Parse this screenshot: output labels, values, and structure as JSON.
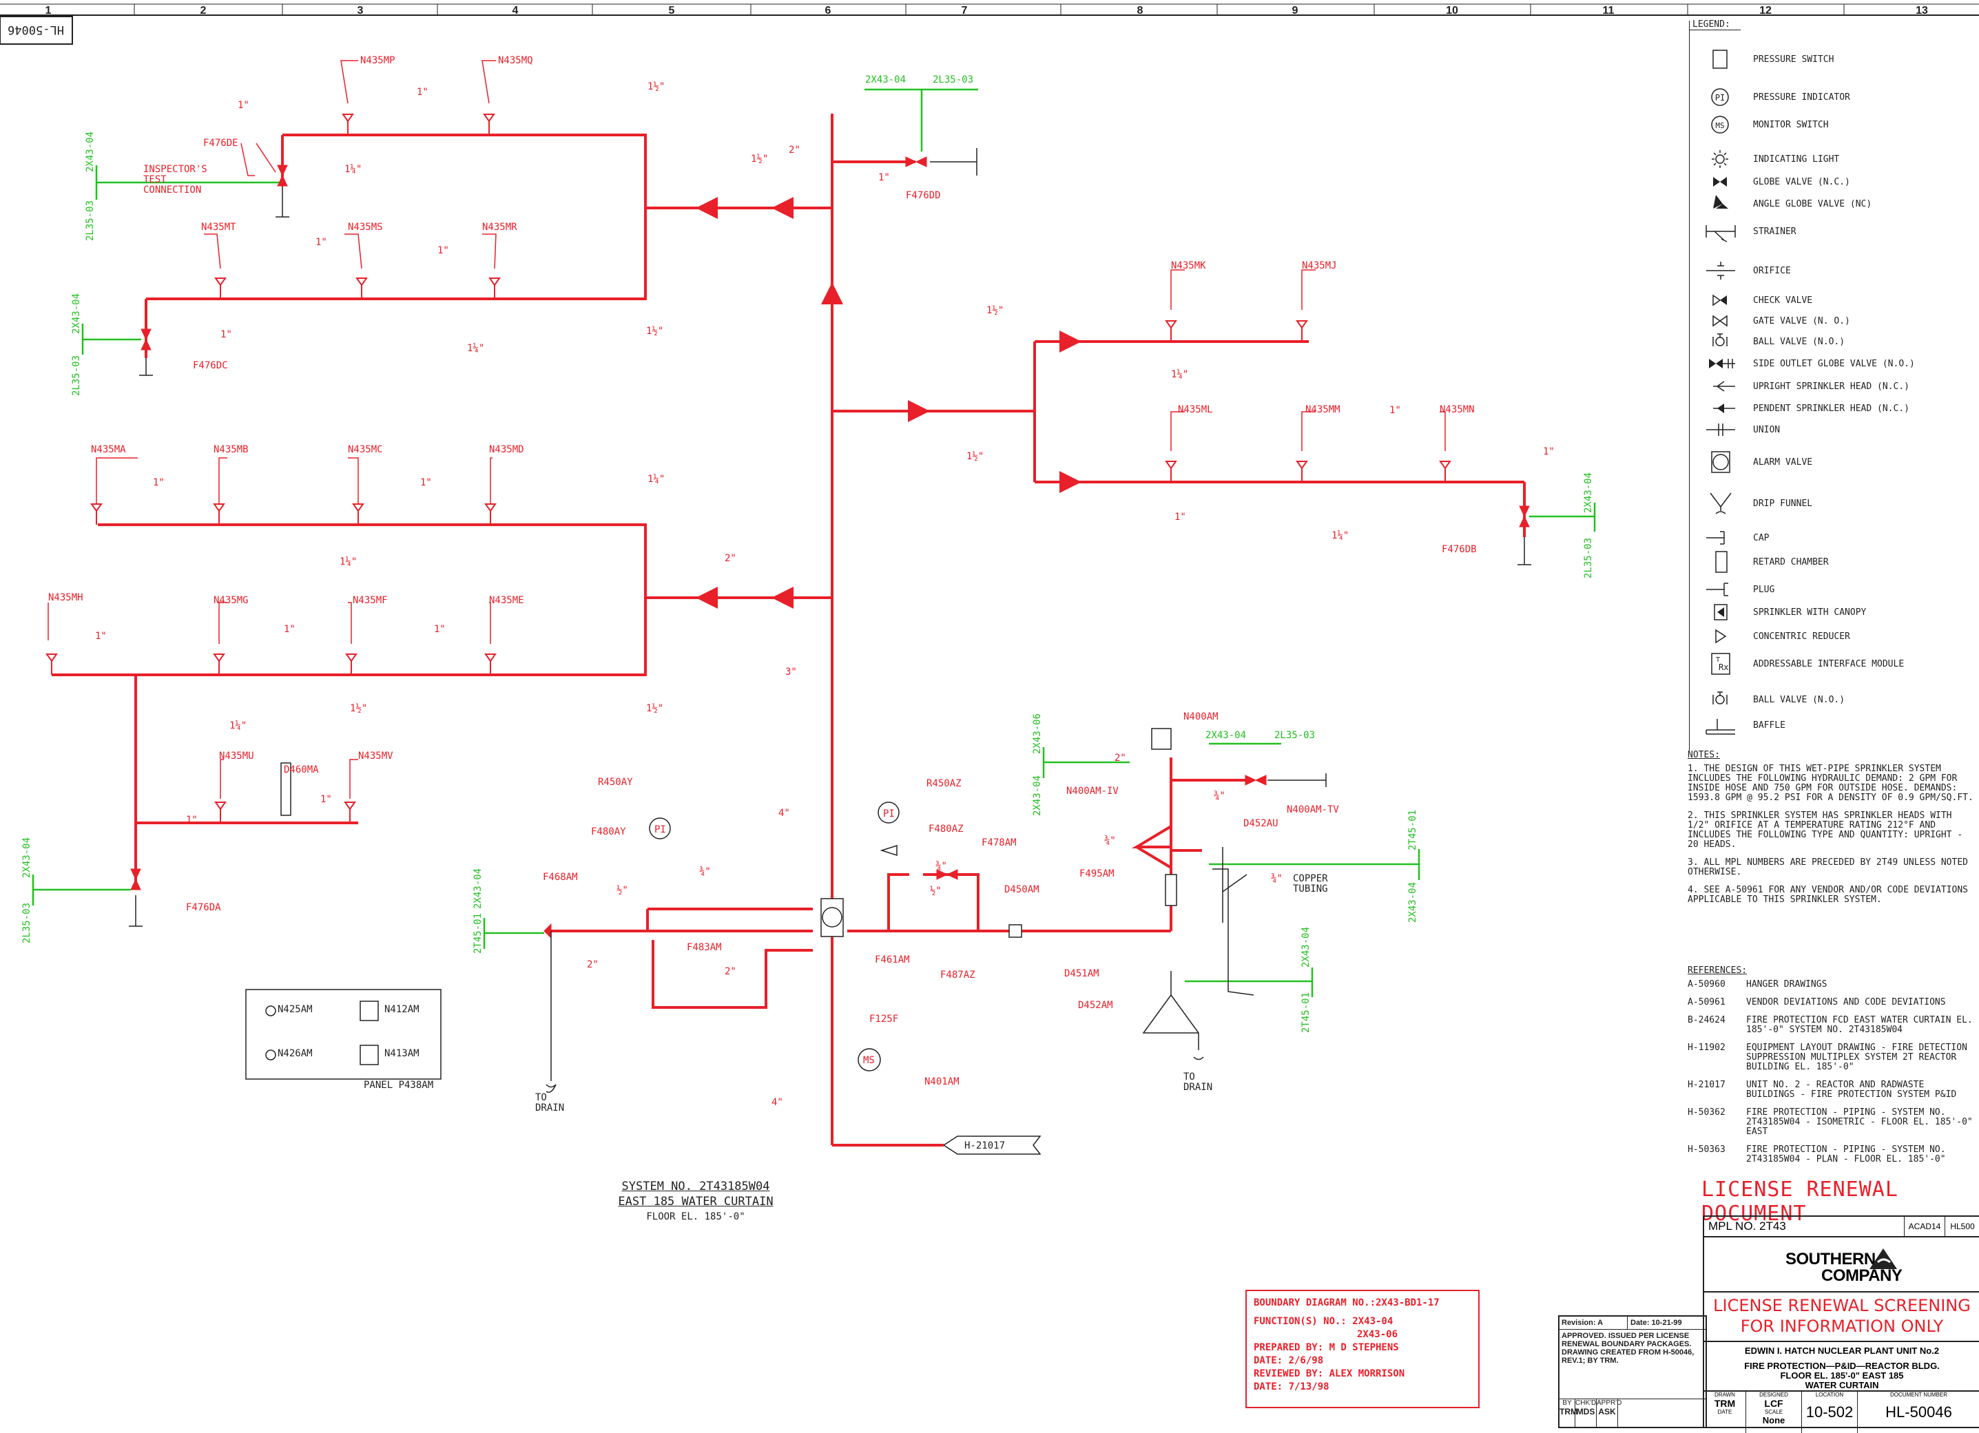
{
  "sheet": {
    "sheet_tag": "HL-50046",
    "grid_columns": [
      "1",
      "2",
      "3",
      "4",
      "5",
      "6",
      "7",
      "8",
      "9",
      "10",
      "11",
      "12",
      "13"
    ]
  },
  "colors": {
    "pipe": "#e8202a",
    "boundary": "#22c020",
    "line": "#222222"
  },
  "diagram": {
    "tags": {
      "n435mp": "N435MP",
      "n435mq": "N435MQ",
      "f476de": "F476DE",
      "inspector": "INSPECTOR'S\nTEST\nCONNECTION",
      "n435mt": "N435MT",
      "n435ms": "N435MS",
      "n435mr": "N435MR",
      "f476dc": "F476DC",
      "n435ma": "N435MA",
      "n435mb": "N435MB",
      "n435mc": "N435MC",
      "n435md": "N435MD",
      "n435mh": "N435MH",
      "n435mg": "N435MG",
      "n435mf": "N435MF",
      "n435me": "N435ME",
      "n435mu": "N435MU",
      "d460ma": "D460MA",
      "n435mv": "N435MV",
      "f476da": "F476DA",
      "n435mk": "N435MK",
      "n435mj": "N435MJ",
      "n435ml": "N435ML",
      "n435mm": "N435MM",
      "n435mn": "N435MN",
      "f476db": "F476DB",
      "f476dd": "F476DD",
      "r450ay": "R450AY",
      "r450az": "R450AZ",
      "f480ay": "F480AY",
      "f480az": "F480AZ",
      "f478am": "F478AM",
      "f468am": "F468AM",
      "f483am": "F483AM",
      "f461am": "F461AM",
      "f487az": "F487AZ",
      "d450am": "D450AM",
      "d451am": "D451AM",
      "d452am": "D452AM",
      "f495am": "F495AM",
      "n400am": "N400AM",
      "n400am_iv": "N400AM-IV",
      "n400am_tv": "N400AM-TV",
      "d452au": "D452AU",
      "f125f": "F125F",
      "n401am": "N401AM",
      "h21017": "H-21017",
      "ms": "MS",
      "pi": "PI"
    },
    "sizes": {
      "s1": "1\"",
      "s1h": "1½\"",
      "s1q": "1¼\"",
      "s2": "2\"",
      "s3": "3\"",
      "s4": "4\"",
      "s3q": "¾\"",
      "s1_2": "½\""
    },
    "boundaries": {
      "b2x43_04": "2X43-04",
      "b2l35_03": "2L35-03",
      "b2x43_06": "2X43-06",
      "b2t45_01": "2T45-01"
    },
    "misc": {
      "to_drain": "TO\nDRAIN",
      "copper_tubing": "COPPER\nTUBING"
    },
    "panel": {
      "items": [
        {
          "icon": "indicating-light-icon",
          "label": "N425AM"
        },
        {
          "icon": "addressable-module-icon",
          "label": "N412AM"
        },
        {
          "icon": "indicating-light-icon",
          "label": "N426AM"
        },
        {
          "icon": "addressable-module-icon",
          "label": "N413AM"
        }
      ],
      "label": "PANEL P438AM"
    }
  },
  "system_name": {
    "line1": "SYSTEM NO. 2T43185W04",
    "line2": "EAST 185 WATER CURTAIN",
    "line3": "FLOOR EL. 185'-0\""
  },
  "legend": {
    "title": "LEGEND:",
    "items": [
      {
        "icon": "pressure-switch-icon",
        "label": "PRESSURE SWITCH"
      },
      {
        "icon": "pressure-indicator-icon",
        "label": "PRESSURE INDICATOR"
      },
      {
        "icon": "monitor-switch-icon",
        "label": "MONITOR SWITCH"
      },
      {
        "icon": "indicating-light-icon",
        "label": "INDICATING LIGHT"
      },
      {
        "icon": "globe-valve-icon",
        "label": "GLOBE VALVE (N.C.)"
      },
      {
        "icon": "angle-globe-valve-icon",
        "label": "ANGLE GLOBE VALVE (NC)"
      },
      {
        "icon": "strainer-icon",
        "label": "STRAINER"
      },
      {
        "icon": "orifice-icon",
        "label": "ORIFICE"
      },
      {
        "icon": "check-valve-icon",
        "label": "CHECK VALVE"
      },
      {
        "icon": "gate-valve-icon",
        "label": "GATE VALVE (N. O.)"
      },
      {
        "icon": "ball-valve-icon",
        "label": "BALL VALVE (N.O.)"
      },
      {
        "icon": "side-outlet-globe-valve-icon",
        "label": "SIDE OUTLET GLOBE VALVE (N.O.)"
      },
      {
        "icon": "upright-sprinkler-icon",
        "label": "UPRIGHT SPRINKLER HEAD (N.C.)"
      },
      {
        "icon": "pendent-sprinkler-icon",
        "label": "PENDENT SPRINKLER HEAD (N.C.)"
      },
      {
        "icon": "union-icon",
        "label": "UNION"
      },
      {
        "icon": "alarm-valve-icon",
        "label": "ALARM VALVE"
      },
      {
        "icon": "drip-funnel-icon",
        "label": "DRIP FUNNEL"
      },
      {
        "icon": "cap-icon",
        "label": "CAP"
      },
      {
        "icon": "retard-chamber-icon",
        "label": "RETARD CHAMBER"
      },
      {
        "icon": "plug-icon",
        "label": "PLUG"
      },
      {
        "icon": "sprinkler-canopy-icon",
        "label": "SPRINKLER WITH CANOPY"
      },
      {
        "icon": "concentric-reducer-icon",
        "label": "CONCENTRIC REDUCER"
      },
      {
        "icon": "addressable-module-icon",
        "label": "ADDRESSABLE INTERFACE MODULE"
      },
      {
        "icon": "ball-valve-icon",
        "label": "BALL VALVE (N.O.)"
      },
      {
        "icon": "baffle-icon",
        "label": "BAFFLE"
      }
    ]
  },
  "notes": {
    "title": "NOTES:",
    "items": [
      "1. THE DESIGN OF THIS WET-PIPE SPRINKLER SYSTEM INCLUDES THE FOLLOWING HYDRAULIC DEMAND: 2 GPM FOR INSIDE HOSE AND 750 GPM FOR OUTSIDE HOSE. DEMANDS: 1593.8 GPM @ 95.2 PSI FOR A DENSITY OF 0.9 GPM/SQ.FT.",
      "2. THIS SPRINKLER SYSTEM HAS SPRINKLER HEADS WITH 1/2\" ORIFICE AT A TEMPERATURE RATING 212°F AND INCLUDES THE FOLLOWING TYPE AND QUANTITY: UPRIGHT - 20 HEADS.",
      "3. ALL MPL NUMBERS ARE PRECEDED BY 2T49 UNLESS NOTED OTHERWISE.",
      "4. SEE A-50961 FOR ANY VENDOR AND/OR CODE DEVIATIONS APPLICABLE TO THIS SPRINKLER SYSTEM."
    ]
  },
  "references": {
    "title": "REFERENCES:",
    "items": [
      {
        "id": "A-50960",
        "text": "HANGER DRAWINGS"
      },
      {
        "id": "A-50961",
        "text": "VENDOR DEVIATIONS AND CODE DEVIATIONS"
      },
      {
        "id": "B-24624",
        "text": "FIRE PROTECTION FCD EAST WATER CURTAIN EL. 185'-0\" SYSTEM NO. 2T43185W04"
      },
      {
        "id": "H-11902",
        "text": "EQUIPMENT LAYOUT DRAWING - FIRE DETECTION SUPPRESSION MULTIPLEX SYSTEM 2T REACTOR BUILDING EL. 185'-0\""
      },
      {
        "id": "H-21017",
        "text": "UNIT NO. 2 - REACTOR AND RADWASTE BUILDINGS - FIRE PROTECTION SYSTEM P&ID"
      },
      {
        "id": "H-50362",
        "text": "FIRE PROTECTION - PIPING - SYSTEM NO. 2T43185W04 - ISOMETRIC - FLOOR EL. 185'-0\" EAST"
      },
      {
        "id": "H-50363",
        "text": "FIRE PROTECTION - PIPING - SYSTEM NO. 2T43185W04 - PLAN - FLOOR EL. 185'-0\""
      }
    ]
  },
  "license_title": "LICENSE RENEWAL DOCUMENT",
  "boundary_box": {
    "line1": "BOUNDARY DIAGRAM NO.:2X43-BD1-17",
    "line2": "FUNCTION(S) NO.: 2X43-04",
    "line3": "2X43-06",
    "line4": "PREPARED BY: M D STEPHENS",
    "line5": "DATE:   2/6/98",
    "line6": "REVIEWED BY:  ALEX MORRISON",
    "line7": "DATE:   7/13/98"
  },
  "revision_box": {
    "revision": "Revision: A",
    "date": "Date: 10-21-99",
    "note": "APPROVED.  ISSUED PER LICENSE RENEWAL BOUNDARY PACKAGES. DRAWING CREATED FROM H-50046, REV.1; BY TRM.",
    "by": "BY",
    "chkd": "CHK'D",
    "apprvd": "APPR'D",
    "by_val": "TRM",
    "chkd_val": "MDS",
    "apprvd_val": "ASK"
  },
  "title_block": {
    "mpl": "MPL NO. 2T43",
    "acad": "ACAD14",
    "hl": "HL500",
    "company1": "SOUTHERN",
    "company2": "COMPANY",
    "screening1": "LICENSE RENEWAL SCREENING",
    "screening2": "FOR INFORMATION ONLY",
    "plant": "EDWIN I. HATCH NUCLEAR PLANT UNIT No.2",
    "desc1": "FIRE PROTECTION—P&ID—REACTOR BLDG.",
    "desc2": "FLOOR EL. 185'-0\" EAST 185",
    "desc3": "WATER CURTAIN",
    "drawn_h": "DRAWN",
    "designed_h": "DESIGNED",
    "location_h": "LOCATION",
    "docnum_h": "DOCUMENT NUMBER",
    "drawn": "TRM",
    "designed": "LCF",
    "date_h": "DATE",
    "scale_h": "SCALE",
    "scale": "None",
    "location": "10-502",
    "docnum": "HL-50046"
  }
}
